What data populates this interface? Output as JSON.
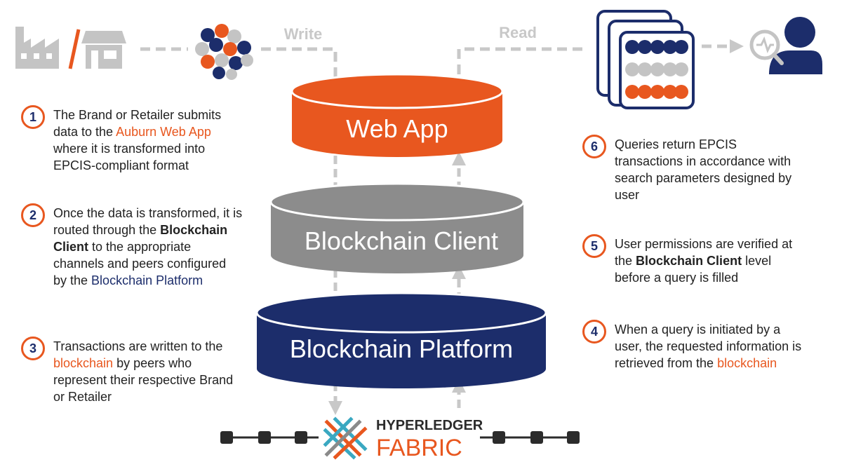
{
  "labels": {
    "write": "Write",
    "read": "Read"
  },
  "layers": {
    "web_app": "Web App",
    "client": "Blockchain Client",
    "platform": "Blockchain Platform"
  },
  "logo": {
    "line1": "HYPERLEDGER",
    "line2": "FABRIC"
  },
  "steps": {
    "s1": {
      "n": "1",
      "a": "The Brand or Retailer submits data to the ",
      "b": "Auburn Web App",
      "c": " where it is transformed into EPCIS-compliant format"
    },
    "s2": {
      "n": "2",
      "a": "Once the data is transformed, it is routed through the ",
      "b": "Blockchain Client",
      "c": " to the appropriate channels and peers configured by the ",
      "d": "Blockchain Platform"
    },
    "s3": {
      "n": "3",
      "a": "Transactions are written to the ",
      "b": "blockchain",
      "c": " by peers who represent their respective Brand or Retailer"
    },
    "s4": {
      "n": "4",
      "a": "When a query is initiated by a user, the requested information is retrieved from the ",
      "b": "blockchain"
    },
    "s5": {
      "n": "5",
      "a": "User permissions are verified at the ",
      "b": "Blockchain Client",
      "c": " level before a query is filled"
    },
    "s6": {
      "n": "6",
      "a": "Queries return EPCIS transactions in accordance with search parameters designed by user"
    }
  },
  "colors": {
    "orange": "#e8571f",
    "grey": "#8c8c8c",
    "navy": "#1c2d6b",
    "light_grey": "#c8c8c8",
    "icon_grey": "#bdbdbd"
  },
  "icons": [
    "factory-icon",
    "store-icon",
    "data-cluster-icon",
    "document-stack-icon",
    "user-search-icon",
    "hyperledger-fabric-logo"
  ]
}
